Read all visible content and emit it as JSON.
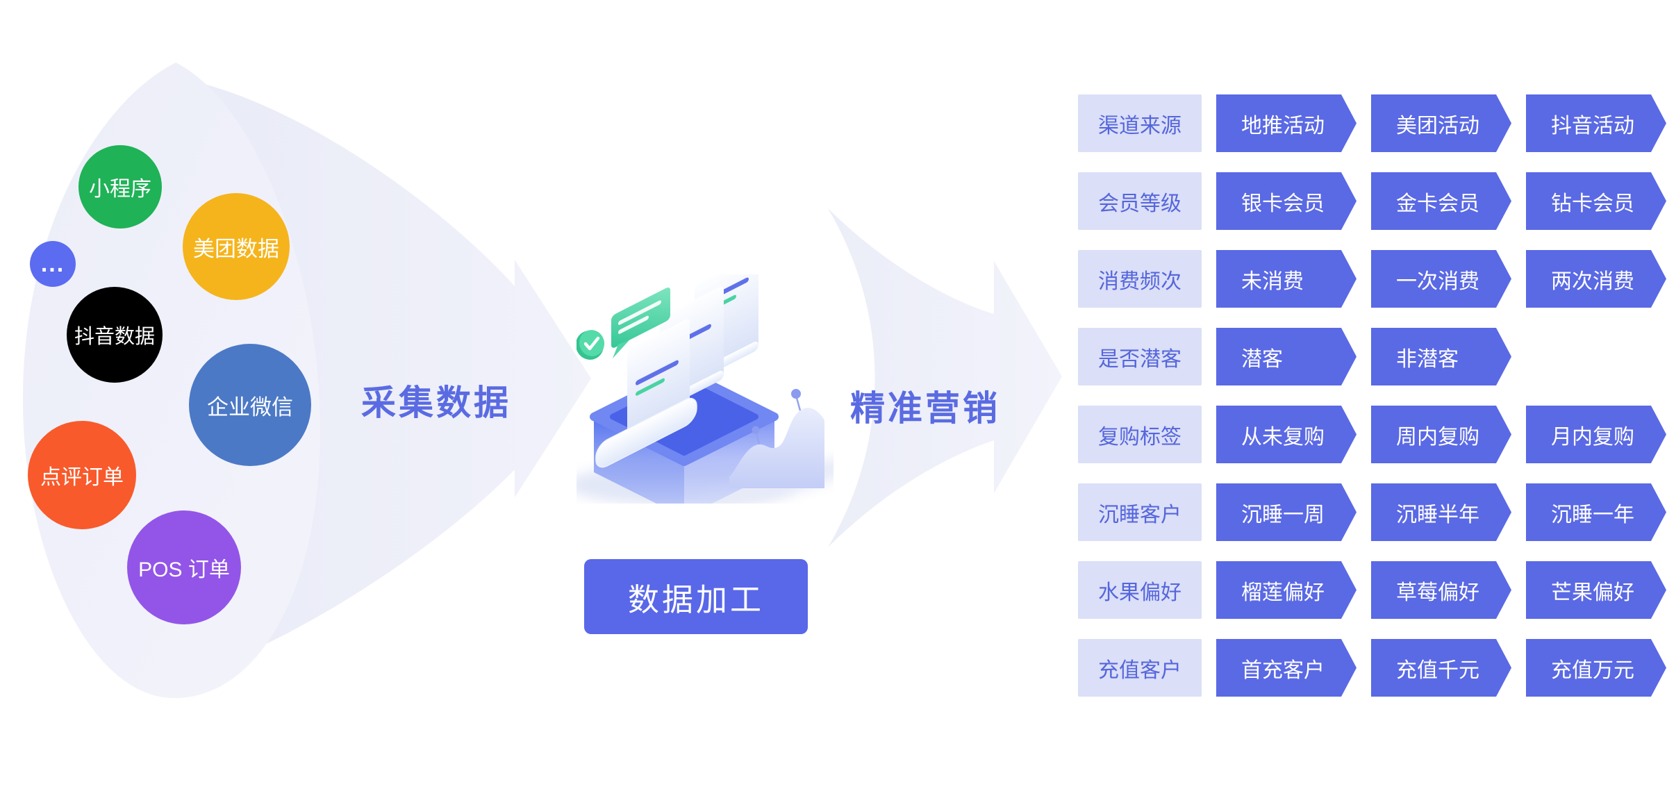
{
  "palette": {
    "canvas_bg": "#FFFFFF",
    "blob_fill": "#EDEFF9",
    "arrow_fill": "#EAECF8",
    "arrow_text": "#5A6BE2",
    "button_bg": "#5968E8",
    "button_text": "#FFFFFF",
    "tag_bg": "#5A69E4",
    "tag_text": "#FFFFFF",
    "category_bg": "#DBDFF7",
    "category_text": "#5566DC"
  },
  "left_panel": {
    "sources": [
      {
        "label": "小程序",
        "color": "#1FB257",
        "text_color": "#FFFFFF"
      },
      {
        "label": "美团数据",
        "color": "#F5B41C",
        "text_color": "#FFFFFF"
      },
      {
        "label": "...",
        "color": "#5B6CF0",
        "text_color": "#FFFFFF"
      },
      {
        "label": "抖音数据",
        "color": "#000000",
        "text_color": "#FFFFFF"
      },
      {
        "label": "企业微信",
        "color": "#4B79C6",
        "text_color": "#FFFFFF"
      },
      {
        "label": "点评订单",
        "color": "#F85A2B",
        "text_color": "#FFFFFF"
      },
      {
        "label": "POS 订单",
        "color": "#9355E8",
        "text_color": "#FFFFFF"
      }
    ]
  },
  "flow": {
    "collect_label": "采集数据",
    "market_label": "精准营销",
    "process_button": "数据加工"
  },
  "illustration": {
    "name": "data-processing-scene",
    "icons": [
      "check-icon",
      "chat-bubble-icon",
      "paper-scroll-icons",
      "storage-box-icon",
      "chart-silhouette-icon"
    ]
  },
  "tags_panel": {
    "rows": [
      {
        "label": "渠道来源",
        "tags": [
          "地推活动",
          "美团活动",
          "抖音活动"
        ]
      },
      {
        "label": "会员等级",
        "tags": [
          "银卡会员",
          "金卡会员",
          "钻卡会员"
        ]
      },
      {
        "label": "消费频次",
        "tags": [
          "未消费",
          "一次消费",
          "两次消费"
        ]
      },
      {
        "label": "是否潜客",
        "tags": [
          "潜客",
          "非潜客"
        ]
      },
      {
        "label": "复购标签",
        "tags": [
          "从未复购",
          "周内复购",
          "月内复购"
        ]
      },
      {
        "label": "沉睡客户",
        "tags": [
          "沉睡一周",
          "沉睡半年",
          "沉睡一年"
        ]
      },
      {
        "label": "水果偏好",
        "tags": [
          "榴莲偏好",
          "草莓偏好",
          "芒果偏好"
        ]
      },
      {
        "label": "充值客户",
        "tags": [
          "首充客户",
          "充值千元",
          "充值万元"
        ]
      }
    ]
  }
}
